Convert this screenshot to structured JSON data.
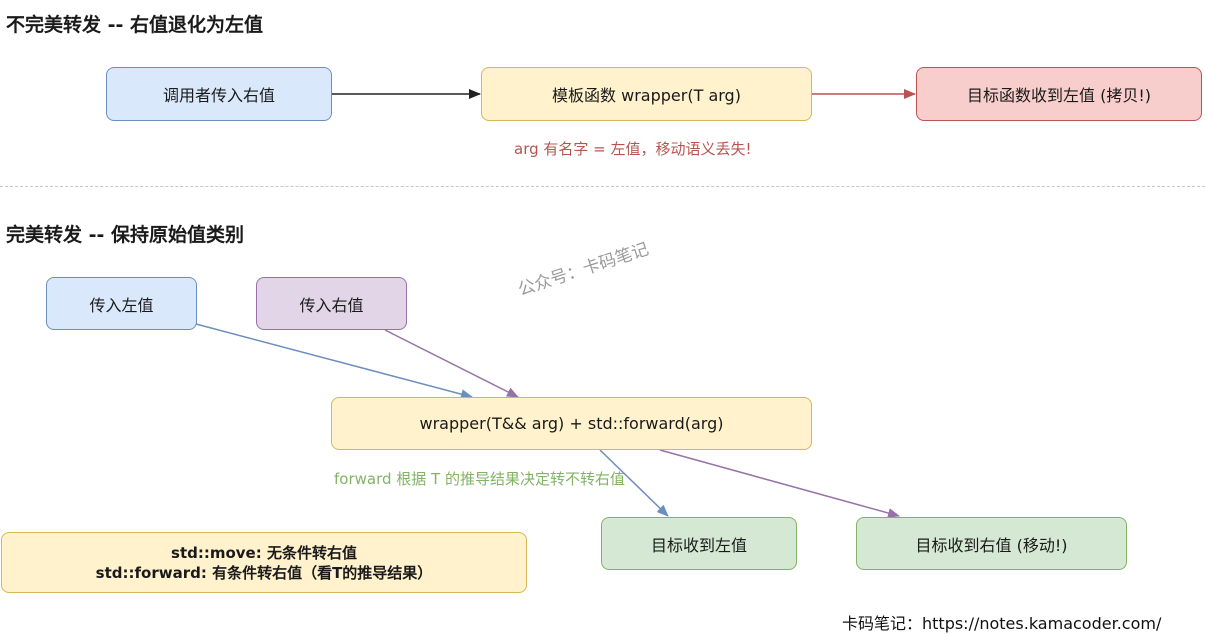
{
  "sections": {
    "imperfect_title": "不完美转发 -- 右值退化为左值",
    "perfect_title": "完美转发 -- 保持原始值类别"
  },
  "imperfect": {
    "caller": "调用者传入右值",
    "wrapper": "模板函数 wrapper(T arg)",
    "target": "目标函数收到左值 (拷贝!)",
    "note": "arg 有名字 = 左值，移动语义丢失!"
  },
  "perfect": {
    "pass_lvalue": "传入左值",
    "pass_rvalue": "传入右值",
    "wrapper": "wrapper(T&& arg) + std::forward(arg)",
    "note": "forward 根据 T 的推导结果决定转不转右值",
    "target_lvalue": "目标收到左值",
    "target_rvalue": "目标收到右值 (移动!)"
  },
  "summary": {
    "line1": "std::move: 无条件转右值",
    "line2": "std::forward: 有条件转右值（看T的推导结果）"
  },
  "watermark": "公众号：卡码笔记",
  "footer": "卡码笔记：https://notes.kamacoder.com/",
  "colors": {
    "blue_fill": "#dae8fc",
    "blue_stroke": "#6c8ebf",
    "yellow_fill": "#fff2cc",
    "yellow_stroke": "#d6b656",
    "red_fill": "#f8cecc",
    "red_stroke": "#b85450",
    "purple_fill": "#e1d5e7",
    "purple_stroke": "#9673a6",
    "green_fill": "#d5e8d4",
    "green_stroke": "#82b366",
    "red_note": "#b85450",
    "green_note": "#82b366"
  }
}
